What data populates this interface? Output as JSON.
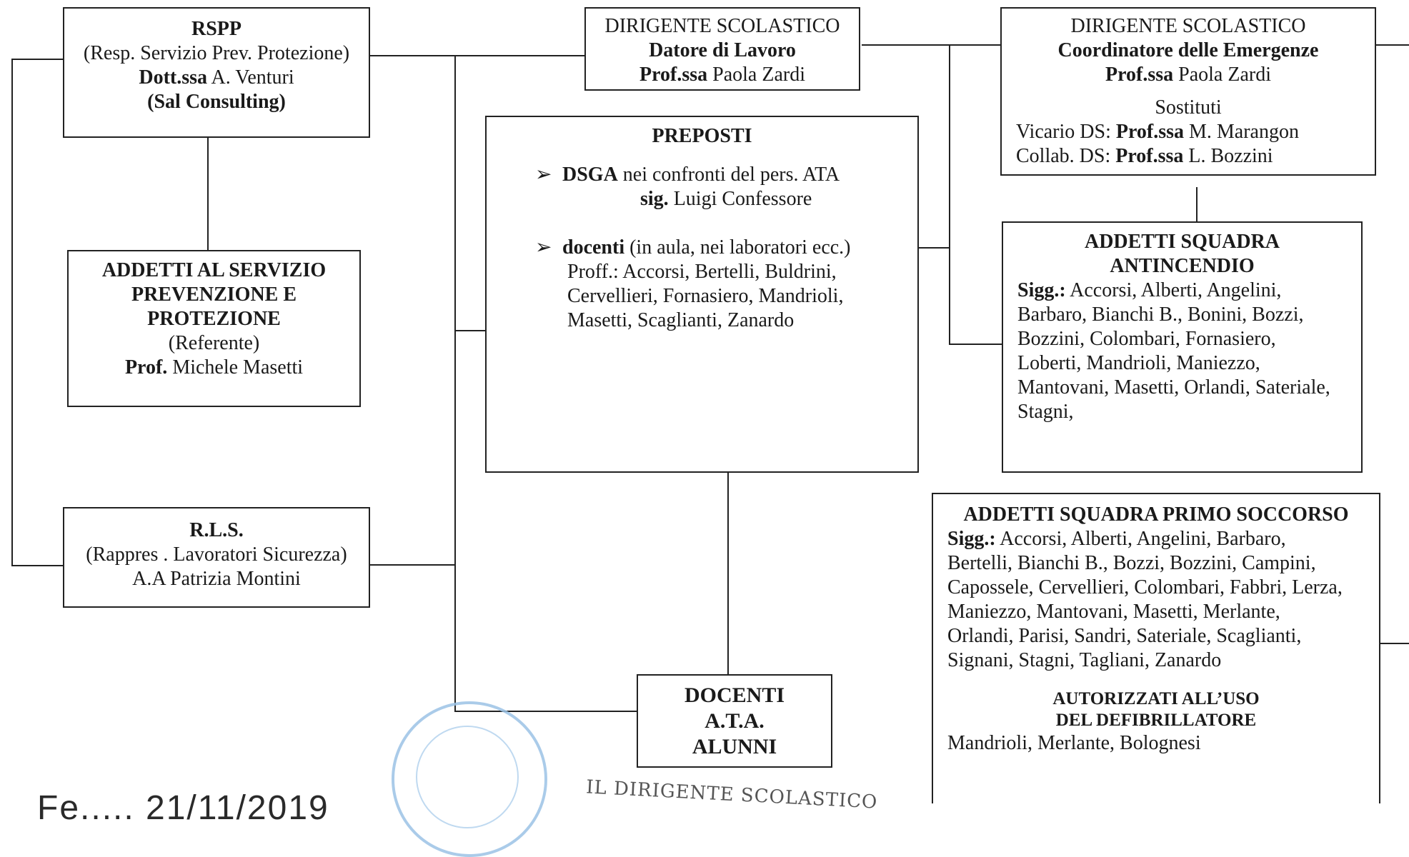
{
  "rspp": {
    "title": "RSPP",
    "subtitle": "(Resp. Servizio Prev. Protezione)",
    "name_prefix": "Dott.ssa",
    "name": " A. Venturi",
    "company": "(Sal Consulting)"
  },
  "ds_datore": {
    "title": "DIRIGENTE SCOLASTICO",
    "role": "Datore di Lavoro",
    "name_prefix": "Prof.ssa",
    "name": " Paola Zardi"
  },
  "ds_coordinatore": {
    "title": "DIRIGENTE SCOLASTICO",
    "role": "Coordinatore delle Emergenze",
    "name_prefix": "Prof.ssa",
    "name": " Paola Zardi",
    "sostituti_label": "Sostituti",
    "vicario_label": "Vicario DS: ",
    "vicario_prefix": "Prof.ssa",
    "vicario_name": " M. Marangon",
    "collab_label": "Collab. DS: ",
    "collab_prefix": "Prof.ssa",
    "collab_name": " L. Bozzini"
  },
  "preposti": {
    "title": "PREPOSTI",
    "bullet": "➢",
    "dsga_bold": "DSGA",
    "dsga_text": " nei confronti del pers. ATA",
    "dsga_name_prefix": "sig.",
    "dsga_name": " Luigi Confessore",
    "docenti_bold": "docenti",
    "docenti_text": " (in aula, nei laboratori ecc.)",
    "proff_line1": "Proff.: Accorsi, Bertelli, Buldrini,",
    "proff_line2": "Cervellieri, Fornasiero, Mandrioli,",
    "proff_line3": "Masetti, Scaglianti, Zanardo"
  },
  "aspp": {
    "line1": "ADDETTI AL SERVIZIO",
    "line2": "PREVENZIONE E",
    "line3": "PROTEZIONE",
    "line4": "(Referente)",
    "name_prefix": "Prof.",
    "name": " Michele Masetti"
  },
  "rls": {
    "title": "R.L.S.",
    "subtitle": "(Rappres . Lavoratori Sicurezza)",
    "name": "A.A Patrizia Montini"
  },
  "antincendio": {
    "line1": "ADDETTI SQUADRA",
    "line2": "ANTINCENDIO",
    "sigg": "Sigg.:",
    "names_line1": " Accorsi, Alberti, Angelini,",
    "names_line2": "Barbaro, Bianchi B., Bonini, Bozzi,",
    "names_line3": "Bozzini, Colombari,  Fornasiero,",
    "names_line4": "Loberti, Mandrioli, Maniezzo,",
    "names_line5": "Mantovani, Masetti, Orlandi, Sateriale,",
    "names_line6": "Stagni,"
  },
  "primo_soccorso": {
    "title": "ADDETTI SQUADRA PRIMO SOCCORSO",
    "sigg": "Sigg.:",
    "names_line1": " Accorsi, Alberti, Angelini, Barbaro,",
    "names_line2": "Bertelli, Bianchi B., Bozzi, Bozzini, Campini,",
    "names_line3": "Capossele, Cervellieri, Colombari, Fabbri, Lerza,",
    "names_line4": "Maniezzo, Mantovani, Masetti, Merlante,",
    "names_line5": "Orlandi, Parisi, Sandri, Sateriale, Scaglianti,",
    "names_line6": "Signani, Stagni, Tagliani, Zanardo",
    "defib_line1": "AUTORIZZATI ALL’USO",
    "defib_line2": "DEL DEFIBRILLATORE",
    "defib_names": "Mandrioli, Merlante, Bolognesi"
  },
  "destinatari": {
    "line1": "DOCENTI",
    "line2": "A.T.A.",
    "line3": "ALUNNI"
  },
  "footer": {
    "date": "Fe.....   21/11/2019",
    "signature": "IL DIRIGENTE SCOLASTICO"
  },
  "colors": {
    "ink": "#222222",
    "stamp": "#9cc3e6"
  }
}
